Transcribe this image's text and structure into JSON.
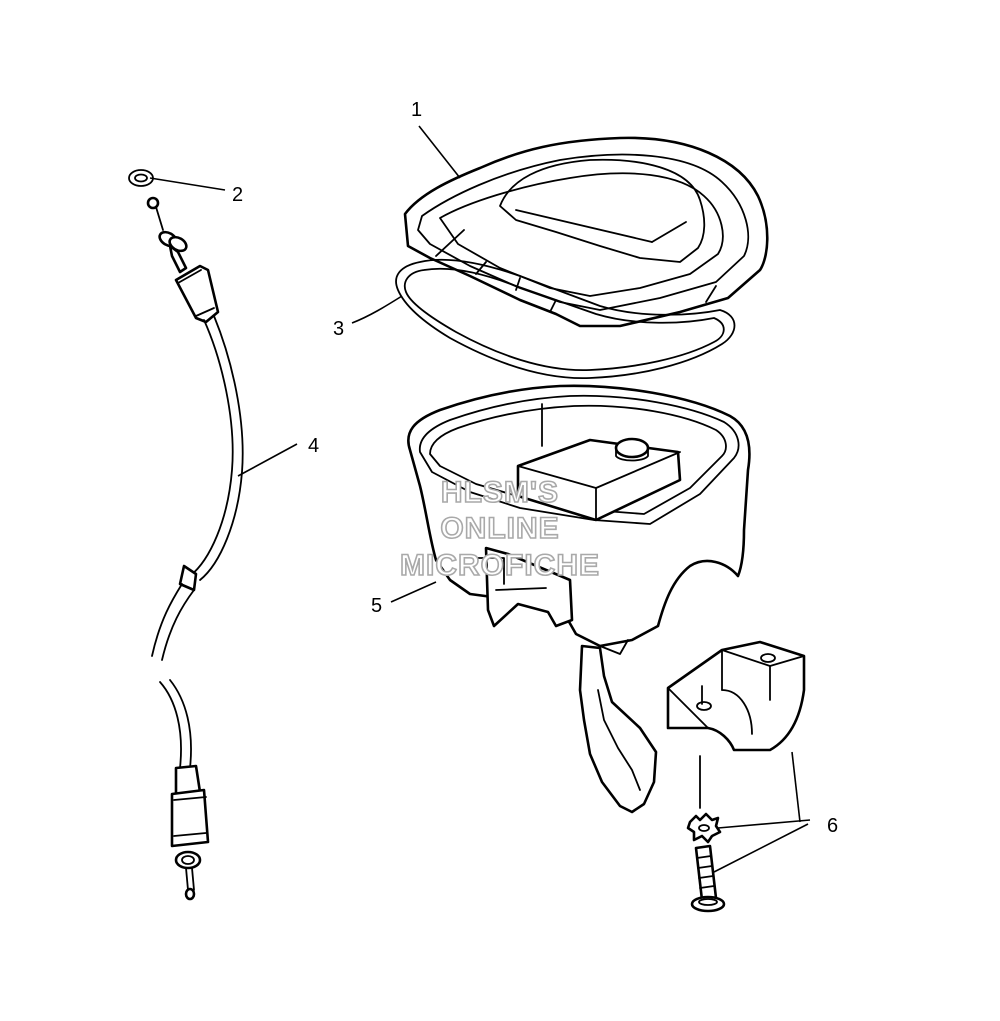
{
  "diagram": {
    "callouts": [
      {
        "id": "1",
        "label": "1"
      },
      {
        "id": "2",
        "label": "2"
      },
      {
        "id": "3",
        "label": "3"
      },
      {
        "id": "4",
        "label": "4"
      },
      {
        "id": "5",
        "label": "5"
      },
      {
        "id": "6",
        "label": "6"
      }
    ],
    "watermark": {
      "line1": "HLSM'S",
      "line2": "ONLINE",
      "line3": "MICROFICHE",
      "color": "#a9a9a9"
    },
    "colors": {
      "line": "#000000",
      "background": "#ffffff"
    }
  }
}
